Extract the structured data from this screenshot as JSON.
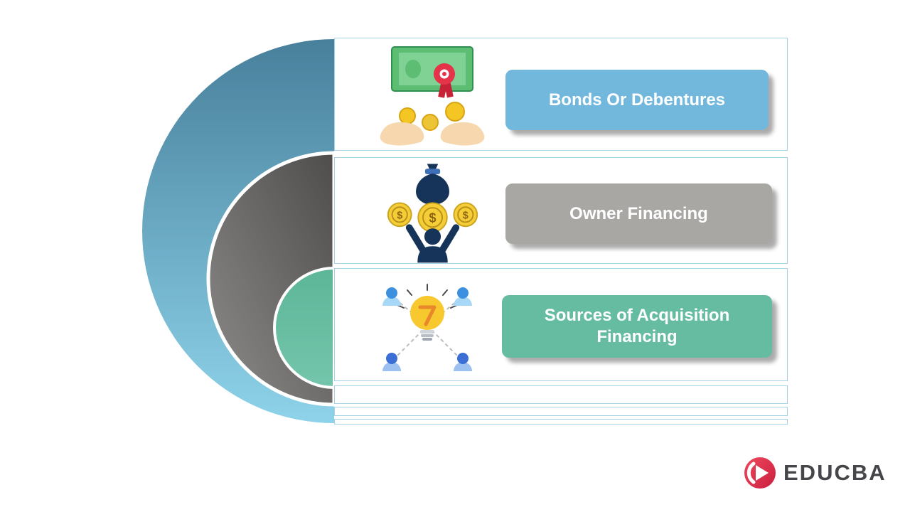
{
  "diagram": {
    "rows": [
      {
        "label": "Bonds Or Debentures",
        "color": "#72b8dc",
        "icon": "money-certificate-hands-icon"
      },
      {
        "label": "Owner Financing",
        "color": "#a8a7a4",
        "icon": "owner-money-icon"
      },
      {
        "label": "Sources of Acquisition Financing",
        "color": "#66bca1",
        "icon": "idea-network-icon"
      }
    ],
    "arc_colors": {
      "outer_top": "#48809c",
      "outer_bottom": "#8ed3ea",
      "middle_dark": "#4e4d4b",
      "middle_light": "#8e8c8a",
      "inner": "#63b99d"
    }
  },
  "glyphs": {
    "dollar": "$"
  },
  "logo": {
    "text": "EDUCBA",
    "accent": "#e22b4e"
  }
}
